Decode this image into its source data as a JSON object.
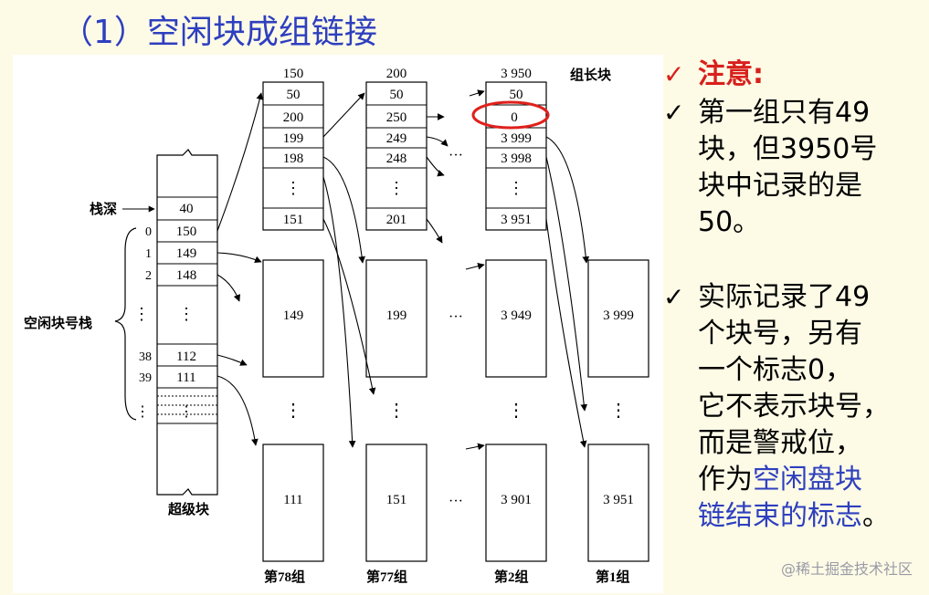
{
  "title": "（1）空闲块成组链接",
  "diagram": {
    "superblock": {
      "label": "超级块",
      "stack_depth_label": "栈深",
      "stack_depth_value": "40",
      "stack_label": "空闲块号栈",
      "rows": [
        {
          "index": "0",
          "value": "150"
        },
        {
          "index": "1",
          "value": "149"
        },
        {
          "index": "2",
          "value": "148"
        },
        {
          "index": "⋮",
          "value": "⋮"
        },
        {
          "index": "38",
          "value": "112"
        },
        {
          "index": "39",
          "value": "111"
        },
        {
          "index": "⋮",
          "value": "⋮"
        }
      ]
    },
    "group_leader_label": "组长块",
    "ellipsis": "···",
    "vdots": "⋮",
    "leader_blocks": [
      {
        "number": "150",
        "cells": [
          "50",
          "200",
          "199",
          "198",
          "⋮",
          "151"
        ]
      },
      {
        "number": "200",
        "cells": [
          "50",
          "250",
          "249",
          "248",
          "⋮",
          "201"
        ]
      },
      {
        "number": "3 950",
        "cells": [
          "50",
          "0",
          "3 999",
          "3 998",
          "⋮",
          "3 951"
        ]
      }
    ],
    "groups": [
      {
        "label": "第78组",
        "top": "149",
        "bottom": "111"
      },
      {
        "label": "第77组",
        "top": "199",
        "bottom": "151"
      },
      {
        "label": "第2组",
        "top": "3 949",
        "bottom": "3 901"
      },
      {
        "label": "第1组",
        "top": "3 999",
        "bottom": "3 951"
      }
    ]
  },
  "notes": {
    "heading": "注意:",
    "lines1": [
      "第一组只有49",
      "块，但3950号",
      "块中记录的是",
      "50。"
    ],
    "lines2": [
      "实际记录了49",
      "个块号，另有",
      "一个标志0，",
      "它不表示块号，",
      "而是警戒位，"
    ],
    "line_mixed_a": "作为",
    "line_mixed_b": "空闲盘块",
    "line_last_blue": "链结束的标志",
    "line_last_tail": "。"
  },
  "colors": {
    "title": "#2e3fbf",
    "red": "#d8201c",
    "highlight_ring": "#e0201c"
  },
  "watermark": "@稀土掘金技术社区"
}
